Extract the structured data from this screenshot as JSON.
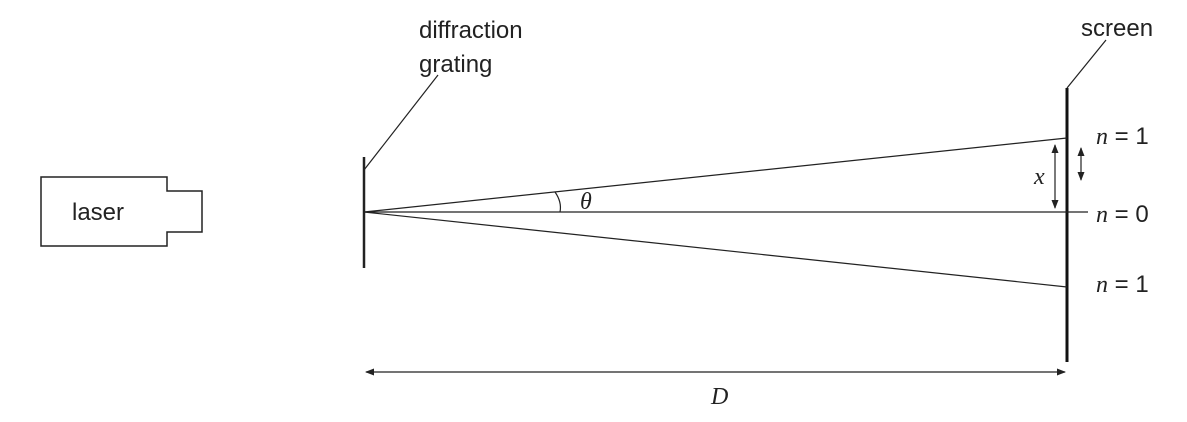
{
  "labels": {
    "laser": "laser",
    "grating_line1": "diffraction",
    "grating_line2": "grating",
    "screen": "screen",
    "theta": "θ",
    "x": "x",
    "D": "D"
  },
  "orders": [
    {
      "symbol": "n",
      "equals": " = ",
      "value": "1"
    },
    {
      "symbol": "n",
      "equals": " = ",
      "value": "0"
    },
    {
      "symbol": "n",
      "equals": " = ",
      "value": "1"
    }
  ],
  "colors": {
    "line": "#222222",
    "background": "#ffffff"
  }
}
